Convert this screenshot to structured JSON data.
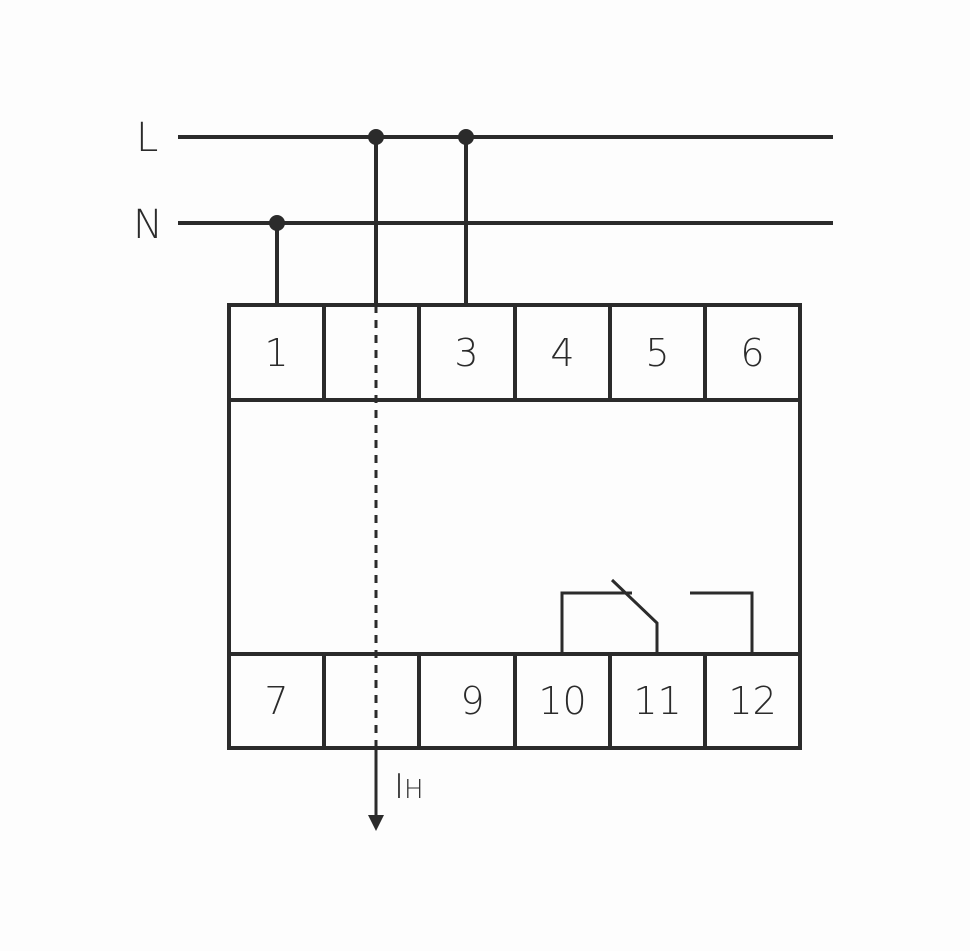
{
  "colors": {
    "stroke": "#2b2b2b",
    "background": "#fdfdfd"
  },
  "bus": {
    "line_label": "L",
    "neutral_label": "N"
  },
  "terminals": {
    "top": [
      "1",
      "",
      "3",
      "4",
      "5",
      "6"
    ],
    "bottom": [
      "7",
      "",
      "9",
      "10",
      "11",
      "12"
    ]
  },
  "output": {
    "current_label_main": "I",
    "current_label_sub": "H"
  }
}
